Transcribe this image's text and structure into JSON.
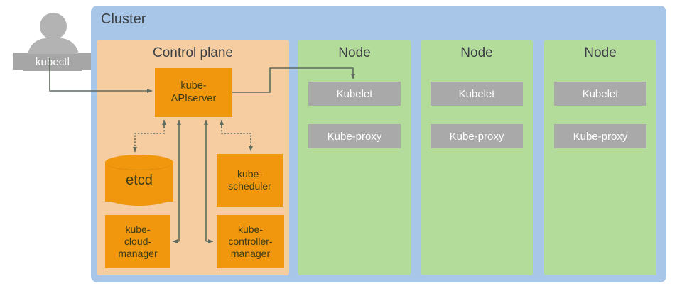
{
  "actor": {
    "icon": "user-icon",
    "label": "kubectl"
  },
  "cluster": {
    "title": "Cluster",
    "color": "#a8c6e8"
  },
  "control_plane": {
    "title": "Control plane",
    "color": "#f5cda0",
    "components": [
      {
        "id": "kube-apiserver",
        "label": "kube-\nAPIserver",
        "line1": "kube-",
        "line2": "APIserver"
      },
      {
        "id": "etcd",
        "label": "etcd",
        "shape": "cylinder"
      },
      {
        "id": "kube-scheduler",
        "line1": "kube-",
        "line2": "scheduler"
      },
      {
        "id": "kube-cloud-manager",
        "line1": "kube-",
        "line2": "cloud-",
        "line3": "manager"
      },
      {
        "id": "kube-controller-manager",
        "line1": "kube-",
        "line2": "controller-",
        "line3": "manager"
      }
    ],
    "box_color": "#f0970d"
  },
  "nodes": [
    {
      "title": "Node",
      "components": [
        {
          "label": "Kubelet"
        },
        {
          "label": "Kube-proxy"
        }
      ]
    },
    {
      "title": "Node",
      "components": [
        {
          "label": "Kubelet"
        },
        {
          "label": "Kube-proxy"
        }
      ]
    },
    {
      "title": "Node",
      "components": [
        {
          "label": "Kubelet"
        },
        {
          "label": "Kube-proxy"
        }
      ]
    }
  ],
  "node_colors": {
    "panel": "#b3dc9a",
    "component": "#a9a9a9"
  },
  "connectors": [
    {
      "from": "kubectl",
      "to": "kube-apiserver",
      "style": "solid"
    },
    {
      "from": "kube-apiserver",
      "to": "node1-kubelet",
      "style": "solid"
    },
    {
      "from": "etcd",
      "to": "kube-apiserver",
      "style": "bidirectional"
    },
    {
      "from": "kube-scheduler",
      "to": "kube-apiserver",
      "style": "dotted-bidirectional"
    },
    {
      "from": "kube-cloud-manager",
      "to": "kube-apiserver",
      "style": "bidirectional"
    },
    {
      "from": "kube-controller-manager",
      "to": "kube-apiserver",
      "style": "bidirectional"
    }
  ],
  "line_color": "#5f6b5f"
}
